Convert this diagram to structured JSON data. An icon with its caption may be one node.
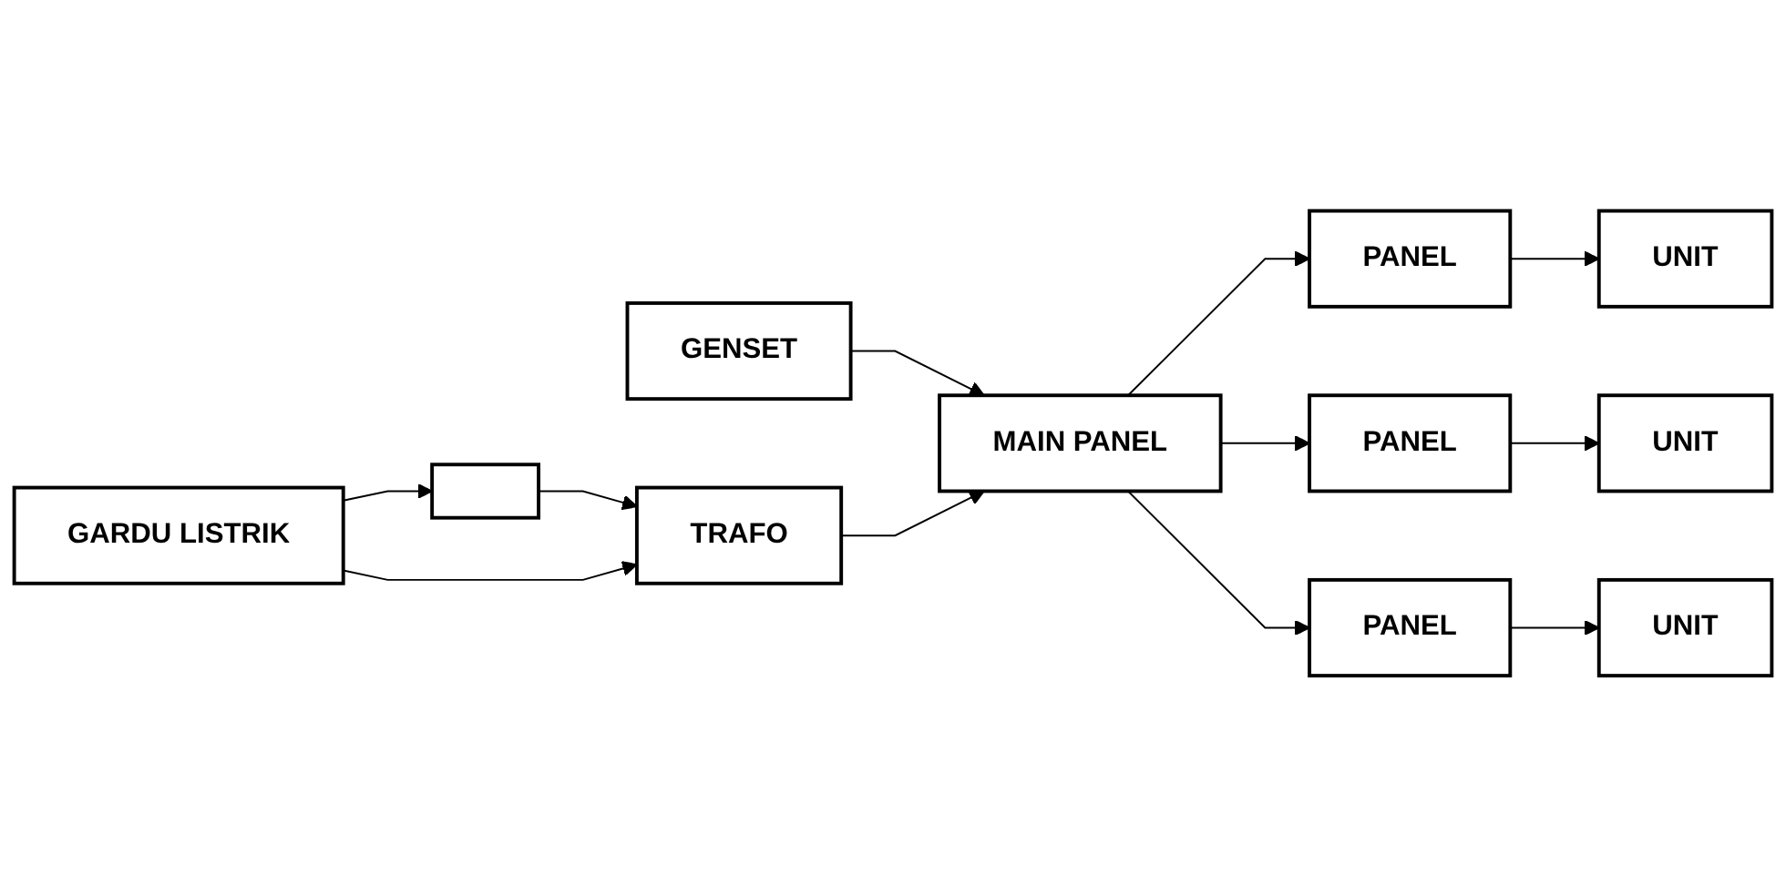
{
  "diagram": {
    "nodes": [
      {
        "text": [
          "GENSET"
        ]
      },
      {
        "text": [],
        "shape": "box"
      },
      {
        "text": [
          "TRAFO"
        ]
      },
      {
        "text": [
          "MAIN PANEL"
        ]
      },
      {
        "text": [
          "PANEL"
        ]
      },
      {
        "text": [
          "UNIT"
        ]
      },
      {
        "text": [
          "GARDU LISTRIK"
        ]
      },
      {
        "text": [
          "PANEL"
        ]
      },
      {
        "text": [
          "UNIT"
        ]
      },
      {
        "text": [
          "PANEL"
        ]
      },
      {
        "text": [
          "UNIT"
        ]
      }
    ],
    "edges": [
      {
        "from": 0,
        "to": 3,
        "arrow": "to"
      },
      {
        "from": 1,
        "to": 2,
        "arrow": "to"
      },
      {
        "from": 2,
        "to": 3,
        "arrow": "to"
      },
      {
        "from": 3,
        "to": 4,
        "arrow": "to"
      },
      {
        "from": 3,
        "to": 7,
        "arrow": "to"
      },
      {
        "from": 3,
        "to": 9,
        "arrow": "to"
      },
      {
        "from": 4,
        "to": 5,
        "arrow": "to"
      },
      {
        "from": 7,
        "to": 8,
        "arrow": "to"
      },
      {
        "from": 9,
        "to": 10,
        "arrow": "to"
      },
      {
        "from": 6,
        "to": 1,
        "arrow": "to"
      },
      {
        "from": 6,
        "to": 2,
        "arrow": "to"
      }
    ]
  }
}
